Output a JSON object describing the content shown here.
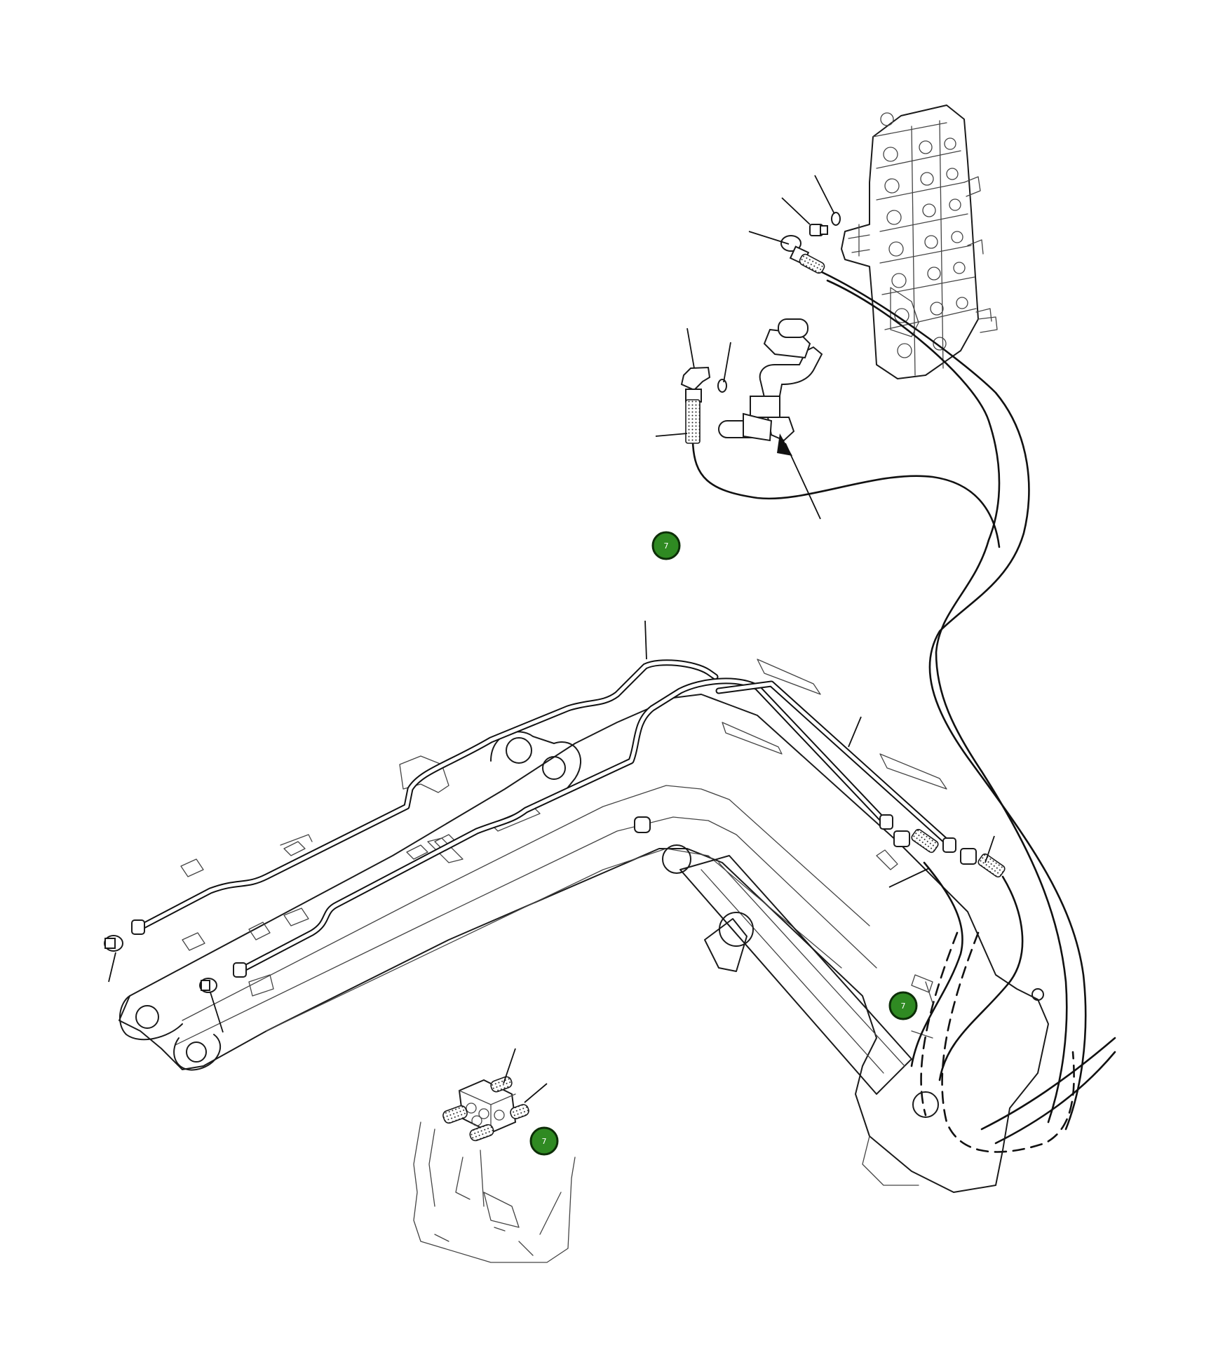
{
  "diagram": {
    "accent_color": "#2f8a22",
    "callouts": [
      {
        "label": "7"
      },
      {
        "label": "7"
      },
      {
        "label": "7"
      }
    ]
  }
}
